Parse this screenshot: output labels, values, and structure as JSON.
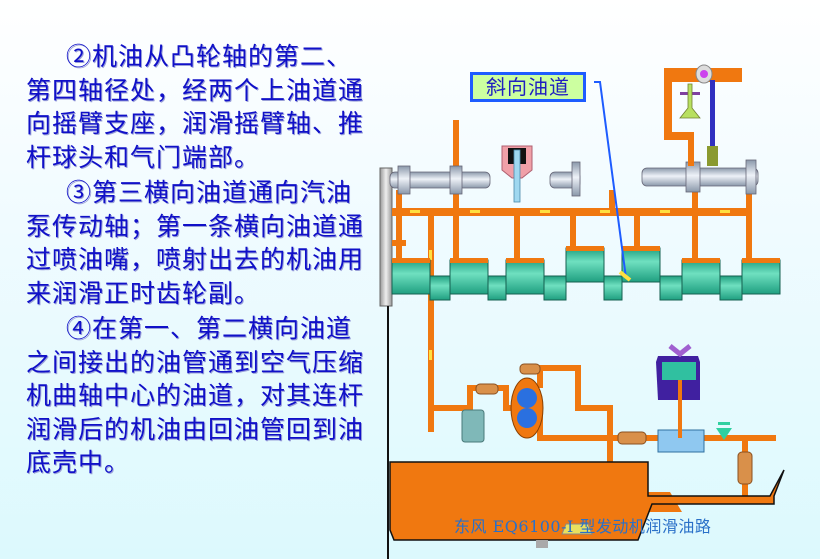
{
  "description": {
    "paragraphs": [
      "②机油从凸轮轴的第二、第四轴径处，经两个上油道通向摇臂支座，润滑摇臂轴、推杆球头和气门端部。",
      "③第三横向油道通向汽油泵传动轴；第一条横向油道通过喷油嘴，喷射出去的机油用来润滑正时齿轮副。",
      "④在第一、第二横向油道之间接出的油管通到空气压缩机曲轴中心的油道，对其连杆润滑后的机油由回油管回到油底壳中。"
    ]
  },
  "diagram": {
    "callout_label": "斜向油道",
    "caption": "东风 EQ6100-I 型发动机润滑油路",
    "colors": {
      "oil": "#f07810",
      "oil_flow": "#ffe040",
      "crankshaft": "#2fbf9a",
      "camshaft": "#b8c4d4",
      "callout_border": "#1e5cff",
      "callout_fill": "#ccffa0",
      "text": "#1010c8",
      "caption": "#2a70c8"
    },
    "components": [
      "timing-gear",
      "camshaft-left",
      "camshaft-right",
      "fuel-pump-drive",
      "oil-injector",
      "rocker-arm",
      "valve",
      "push-rod",
      "main-oil-gallery",
      "crankshaft",
      "oil-filter",
      "oil-pump",
      "centrifugal-filter",
      "pressure-gauge-valve",
      "relief-valve",
      "oil-sump",
      "oil-strainer",
      "drain-plug"
    ]
  }
}
